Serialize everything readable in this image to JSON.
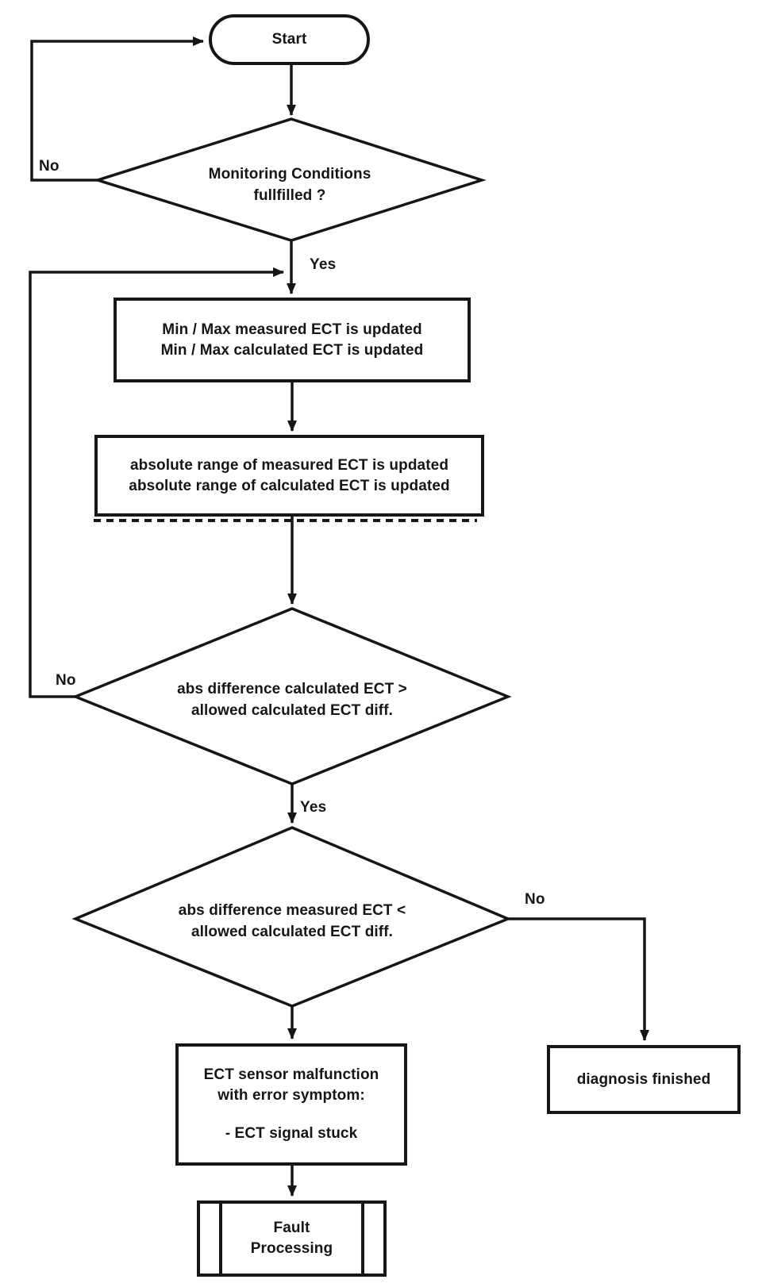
{
  "flowchart": {
    "start": {
      "label": "Start"
    },
    "decision_monitoring": {
      "line1": "Monitoring Conditions",
      "line2": "fullfilled ?"
    },
    "process_minmax": {
      "line1": "Min / Max measured ECT is updated",
      "line2": "Min / Max calculated ECT is updated"
    },
    "process_absrange": {
      "line1": "absolute range of measured ECT is updated",
      "line2": "absolute range of calculated ECT is updated"
    },
    "decision_calc_diff": {
      "line1": "abs difference calculated ECT  >",
      "line2": "allowed calculated ECT diff."
    },
    "decision_meas_diff": {
      "line1": "abs difference measured ECT  <",
      "line2": "allowed calculated ECT diff."
    },
    "process_malfunction": {
      "line1": "ECT sensor malfunction",
      "line2": "with error symptom:",
      "line3": "- ECT signal stuck"
    },
    "process_fault": {
      "line1": "Fault",
      "line2": "Processing"
    },
    "process_diagnosis_finished": {
      "label": "diagnosis finished"
    },
    "edge_labels": {
      "monitoring_no": "No",
      "monitoring_yes": "Yes",
      "calc_no": "No",
      "calc_yes": "Yes",
      "meas_no": "No"
    }
  },
  "colors": {
    "ink": "#161616",
    "background": "#ffffff"
  }
}
